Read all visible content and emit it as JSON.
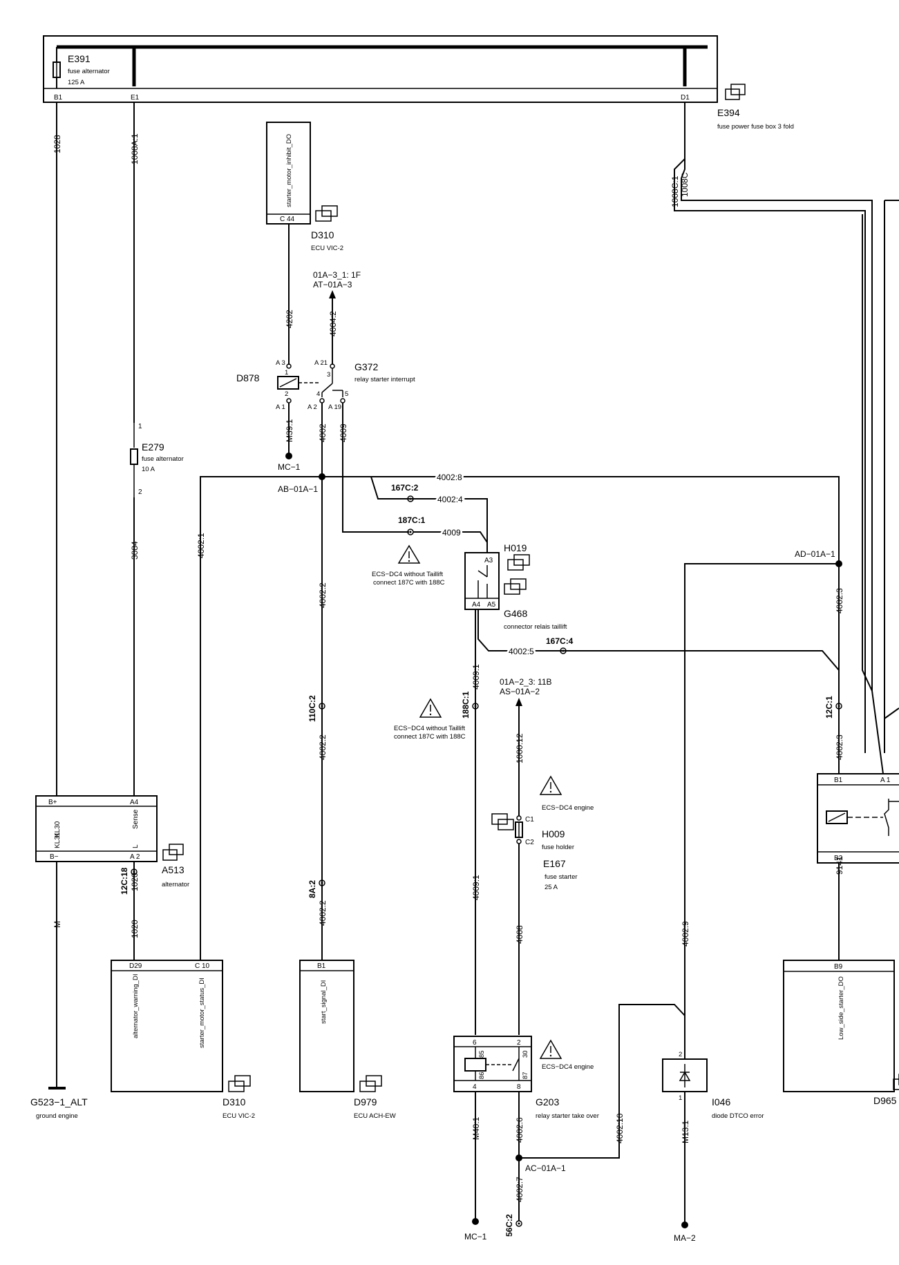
{
  "components": {
    "E391": {
      "ref": "E391",
      "desc": "fuse alternator",
      "rating": "125 A",
      "pin_b1": "B1",
      "pin_e1": "E1",
      "pin_d1": "D1"
    },
    "E394": {
      "ref": "E394",
      "desc": "fuse power fuse box 3 fold"
    },
    "D310_top": {
      "ref": "D310",
      "desc": "ECU VIC-2",
      "signal": "starter_motor_inhibit_DO",
      "pin": "C 44"
    },
    "D878": {
      "ref": "D878"
    },
    "G372": {
      "ref": "G372",
      "desc": "relay starter interrupt",
      "pins": [
        "A 3",
        "1",
        "2",
        "A 1",
        "A 21",
        "3",
        "4",
        "5",
        "A 2",
        "A 19"
      ]
    },
    "E279": {
      "ref": "E279",
      "desc": "fuse alternator",
      "rating": "10 A",
      "pin1": "1",
      "pin2": "2"
    },
    "H019": {
      "ref": "H019"
    },
    "G468": {
      "ref": "G468",
      "desc": "connector relais taillift",
      "pins": [
        "A3",
        "A4",
        "A5"
      ]
    },
    "H009": {
      "ref": "H009",
      "desc": "fuse holder",
      "pin_c1": "C1",
      "pin_c2": "C2"
    },
    "E167": {
      "ref": "E167",
      "desc": "fuse starter",
      "rating": "25 A"
    },
    "A513": {
      "ref": "A513",
      "desc": "alternator",
      "pins": [
        "B+",
        "A4",
        "KL30",
        "Sense",
        "KL31",
        "L",
        "B−",
        "A 2"
      ]
    },
    "D310_bottom": {
      "ref": "D310",
      "desc": "ECU VIC-2",
      "pin_d29": "D29",
      "pin_c10": "C 10",
      "sig1": "alternator_warning_DI",
      "sig2": "starter_motor_status_DI"
    },
    "D979": {
      "ref": "D979",
      "desc": "ECU ACH-EW",
      "pin": "B1",
      "signal": "start_signal_DI"
    },
    "G203": {
      "ref": "G203",
      "desc": "relay starter take over",
      "pins": [
        "6",
        "2",
        "85",
        "30",
        "86",
        "87",
        "4",
        "8"
      ]
    },
    "I046": {
      "ref": "I046",
      "desc": "diode DTCO error",
      "pin2": "2",
      "pin1": "1"
    },
    "D965": {
      "ref": "D965",
      "pin": "B9",
      "signal": "Low_side_starter_DO"
    },
    "right_relay": {
      "pin_b1": "B1",
      "pin_a1": "A 1",
      "pin_b2": "B2"
    },
    "G523": {
      "ref": "G523−1_ALT",
      "desc": "ground engine"
    }
  },
  "wires": [
    "1028",
    "1008A:1",
    "3084",
    "4002:1",
    "4202",
    "4004:2",
    "M39:1",
    "4002",
    "4009",
    "4002:8",
    "4002:4",
    "4009",
    "4002:2",
    "4002:2",
    "4002:2",
    "4002:5",
    "4009:1",
    "4009:1",
    "1000:12",
    "4008",
    "4002:3",
    "4002:3",
    "4002:9",
    "9141",
    "1020",
    "1020",
    "M",
    "M40:1",
    "4002:6",
    "4002:7",
    "4002:10",
    "M13:1",
    "1008C:1",
    "1008C"
  ],
  "connectors": [
    "167C:2",
    "187C:1",
    "167C:4",
    "110C:2",
    "188C:1",
    "12C:1",
    "8A:2",
    "12C:18",
    "56C:2"
  ],
  "nodes": [
    "AB−01A−1",
    "AD−01A−1",
    "AC−01A−1"
  ],
  "terminals": [
    "MC−1",
    "MC−1",
    "MA−2"
  ],
  "references": {
    "ref1_line1": "01A−3_1: 1F",
    "ref1_line2": "AT−01A−3",
    "ref2_line1": "01A−2_3: 11B",
    "ref2_line2": "AS−01A−2"
  },
  "notes": {
    "taillift1_l1": "ECS−DC4 without Taillift",
    "taillift1_l2": "connect 187C with 188C",
    "taillift2_l1": "ECS−DC4 without Taillift",
    "taillift2_l2": "connect 187C with 188C",
    "engine1": "ECS−DC4  engine",
    "engine2": "ECS−DC4  engine"
  }
}
